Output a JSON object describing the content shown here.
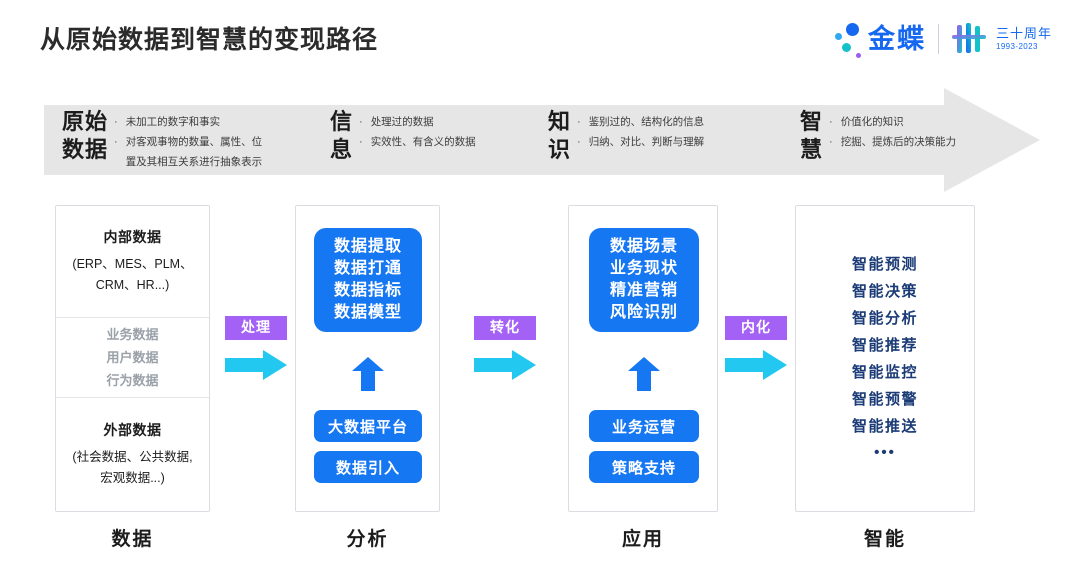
{
  "header": {
    "title": "从原始数据到智慧的变现路径",
    "brand_name": "金蝶",
    "anniversary_cn": "三十周年",
    "anniversary_years": "1993-2023"
  },
  "banner": {
    "items": [
      {
        "term": "原始\n数据",
        "term_line1": "原始",
        "term_line2": "数据",
        "lines": [
          "未加工的数字和事实",
          "对客观事物的数量、属性、位",
          "置及其相互关系进行抽象表示"
        ],
        "bullets": 2
      },
      {
        "term_line1": "信",
        "term_line2": "息",
        "lines": [
          "处理过的数据",
          "实效性、有含义的数据"
        ],
        "bullets": 2
      },
      {
        "term_line1": "知",
        "term_line2": "识",
        "lines": [
          "鉴别过的、结构化的信息",
          "归纳、对比、判断与理解"
        ],
        "bullets": 2
      },
      {
        "term_line1": "智",
        "term_line2": "慧",
        "lines": [
          "价值化的知识",
          "挖掘、提炼后的决策能力"
        ],
        "bullets": 2
      }
    ],
    "fill_color": "#e6e6e6"
  },
  "columns": [
    {
      "label": "数据",
      "internal_title": "内部数据",
      "internal_sub_line1": "(ERP、MES、PLM、",
      "internal_sub_line2": "CRM、HR...)",
      "middle": [
        "业务数据",
        "用户数据",
        "行为数据"
      ],
      "external_title": "外部数据",
      "external_sub_line1": "(社会数据、公共数据,",
      "external_sub_line2": "宏观数据...)"
    },
    {
      "label": "分析",
      "box": [
        "数据提取",
        "数据打通",
        "数据指标",
        "数据模型"
      ],
      "pills": [
        "大数据平台",
        "数据引入"
      ]
    },
    {
      "label": "应用",
      "box": [
        "数据场景",
        "业务现状",
        "精准营销",
        "风险识别"
      ],
      "pills": [
        "业务运营",
        "策略支持"
      ]
    },
    {
      "label": "智能",
      "list": [
        "智能预测",
        "智能决策",
        "智能分析",
        "智能推荐",
        "智能监控",
        "智能预警",
        "智能推送"
      ],
      "list_more": "•••"
    }
  ],
  "connectors": [
    {
      "label": "处理"
    },
    {
      "label": "转化"
    },
    {
      "label": "内化"
    }
  ],
  "colors": {
    "accent_blue": "#1677f2",
    "brand_blue": "#1668f0",
    "arrow_cyan": "#22c8f0",
    "label_purple": "#a461f5",
    "navy": "#1b3b76",
    "banner_gray": "#e6e6e6"
  }
}
